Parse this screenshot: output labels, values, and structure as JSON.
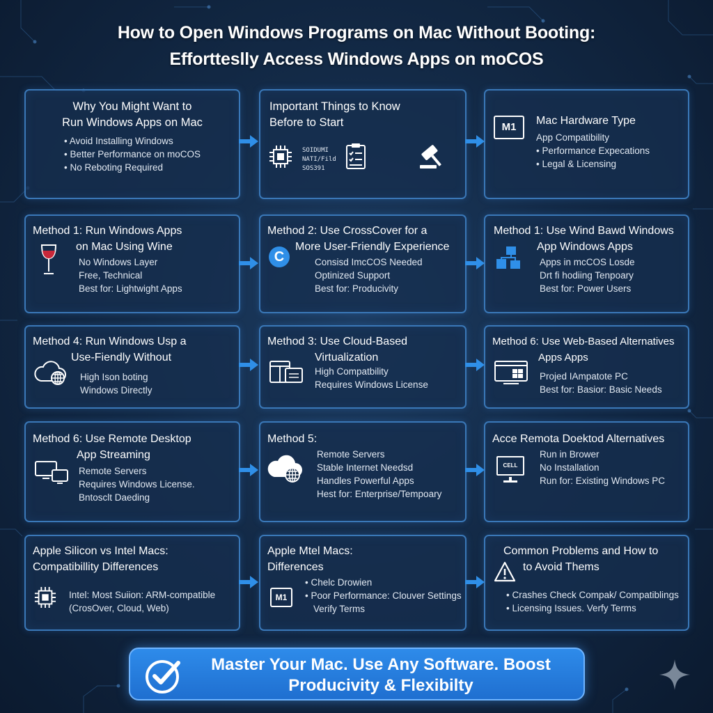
{
  "title": {
    "line1": "How to Open Windows Programs on Mac Without Booting:",
    "line2": "Effortteslly Access Windows Apps on moCOS"
  },
  "cards": {
    "why": {
      "heading": [
        "Why You Might Want to",
        "Run Windows Apps on Mac"
      ],
      "lines": [
        "• Avoid Installing Windows",
        "• Better Performance on moCOS",
        "• No Reboting Required"
      ]
    },
    "important": {
      "heading": [
        "Important Things to Know",
        "Before to Start"
      ],
      "chip_text": [
        "SOIDUMI",
        "NATI/Fild",
        "SOS391"
      ]
    },
    "hardware": {
      "heading": [
        "Mac Hardware Type"
      ],
      "chip_label": "M1",
      "lines": [
        "App Compatibility",
        "• Performance Expecations",
        "• Legal & Licensing"
      ]
    },
    "m1_wine": {
      "heading": [
        "Method 1: Run Windows Apps",
        "on Mac Using Wine"
      ],
      "lines": [
        "No Windows Layer",
        "Free, Technical",
        "Best for: Lightwight Apps"
      ]
    },
    "m2_crossover": {
      "heading": [
        "Method 2: Use CrossCover for a",
        "More User-Friendly Experience"
      ],
      "badge": "C",
      "lines": [
        "Consisd ImcCOS Needed",
        "Optinized Support",
        "Best for: Producivity"
      ]
    },
    "m1_virtual": {
      "heading": [
        "Method 1: Use Wind Bawd Windows",
        "App Windows Apps"
      ],
      "lines": [
        "Apps in mcCOS Losde",
        "Drt fi hodiing Tenpoary",
        "Best for: Power Users"
      ]
    },
    "m4": {
      "heading": [
        "Method 4: Run Windows Usp a",
        "Use-Fiendly Without"
      ],
      "lines": [
        "High Ison boting",
        "Windows Directly"
      ]
    },
    "m3_cloud": {
      "heading": [
        "Method 3: Use Cloud-Based",
        "Virtualization"
      ],
      "lines": [
        "High Compatbility",
        "Requires Windows License"
      ]
    },
    "m6_web": {
      "heading": [
        "Method 6: Use Web-Based Alternatives",
        "Apps Apps"
      ],
      "lines": [
        "Projed IAmpatote PC",
        "Best for: Basior: Basic Needs"
      ]
    },
    "m6_remote": {
      "heading": [
        "Method 6: Use Remote Desktop",
        "App Streaming"
      ],
      "lines": [
        "Remote Servers",
        "Requires Windows License.",
        "Bntosclt Daeding"
      ]
    },
    "m5": {
      "heading": [
        "Method 5:"
      ],
      "lines": [
        "Remote Servers",
        "Stable Internet Needsd",
        "Handles Powerful Apps",
        "Hest for: Enterprise/Tempoary"
      ]
    },
    "remote_alt": {
      "heading": [
        "Acce Remota Doektod Alternatives"
      ],
      "monitor_label": "CELL",
      "lines": [
        "Run in Brower",
        "No Installation",
        "Run for: Existing Windows PC"
      ]
    },
    "silicon": {
      "heading": [
        "Apple Silicon vs Intel Macs:",
        "Compatibillity Differences"
      ],
      "lines": [
        "Intel: Most Suiion: ARM-compatible",
        "(CrosOver, Cloud, Web)"
      ]
    },
    "mtel": {
      "heading": [
        "Apple Mtel Macs:",
        "Differences"
      ],
      "chip_label": "M1",
      "lines": [
        "• Chelc Drowien",
        "• Poor Performance: Clouver Settings",
        "Verify Terms"
      ]
    },
    "problems": {
      "heading": [
        "Common Problems and How to",
        "to Avoid Thems"
      ],
      "lines": [
        "• Crashes Check Compak/ Compatiblings",
        "• Licensing Issues. Verfy Terms"
      ]
    }
  },
  "banner": {
    "line1": "Master Your Mac. Use Any Software. Boost",
    "line2": "Producivity & Flexibilty"
  },
  "colors": {
    "accent": "#2f8fe8",
    "card_border": "#3a78b8",
    "background": "#132a47"
  }
}
